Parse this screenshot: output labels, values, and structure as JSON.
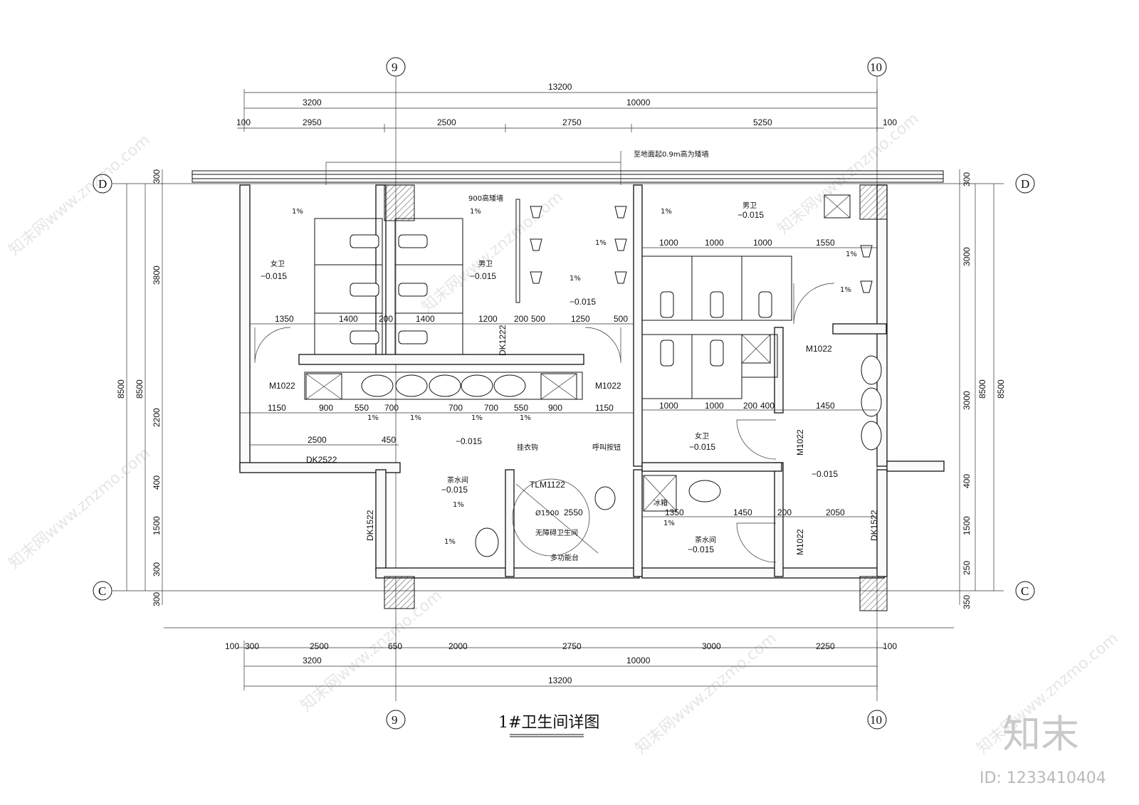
{
  "title": "1#卫生间详图",
  "grid": {
    "col_left": "9",
    "col_right": "10",
    "row_top": "D",
    "row_bottom": "C"
  },
  "dims_top": {
    "overall": "13200",
    "seg": [
      "3200",
      "10000"
    ],
    "detail": [
      "100",
      "2950",
      "2500",
      "2750",
      "5250",
      "100"
    ]
  },
  "dims_bottom": {
    "detail": [
      "100",
      "300",
      "2500",
      "650",
      "2000",
      "2750",
      "3000",
      "2250",
      "100"
    ],
    "seg": [
      "3200",
      "10000"
    ],
    "overall": "13200"
  },
  "dims_left": {
    "total_a": "8500",
    "total_b": "8500",
    "parts": [
      "300",
      "3800",
      "2200",
      "400",
      "1500",
      "300",
      "300"
    ]
  },
  "dims_right": {
    "total_a": "8500",
    "total_b": "8500",
    "parts": [
      "300",
      "3000",
      "3000",
      "400",
      "1500",
      "250",
      "350"
    ]
  },
  "room_labels": {
    "women1": "女卫",
    "women1_elev": "−0.015",
    "men1": "男卫",
    "men1_elev": "−0.015",
    "men2": "男卫",
    "men2_elev": "−0.015",
    "women2": "女卫",
    "women2_elev": "−0.015",
    "tea1": "茶水间",
    "tea1_elev": "−0.015",
    "tea2": "茶水间",
    "tea2_elev": "−0.015",
    "accessible": "无障碍卫生间",
    "corridor_elev": "−0.015",
    "urinal_elev": "−0.015",
    "right_elev": "−0.015"
  },
  "annotations": {
    "parapet": "至地面起0.9m高为矮墙",
    "low_wall": "900高矮墙",
    "hook": "挂衣钩",
    "call_button": "呼叫按钮",
    "multi_table": "多功能台",
    "fridge": "冰箱",
    "circle_dia": "Ø1500",
    "circle_dim": "2550",
    "slope": "1%"
  },
  "doors": {
    "m1": "M1022",
    "m2": "M1022",
    "m3": "M1022",
    "m4": "M1022",
    "m5": "M1022",
    "dk2522": "DK2522",
    "dk1222": "DK1222",
    "dk1522a": "DK1522",
    "dk1522b": "DK1522",
    "tlm": "TLM1122"
  },
  "inner_dims": {
    "row1": [
      "1350",
      "1400",
      "200",
      "1400",
      "1200",
      "200",
      "500",
      "1250",
      "500"
    ],
    "row2": [
      "1150",
      "900",
      "550",
      "700",
      "700",
      "700",
      "550",
      "900",
      "1150"
    ],
    "row3": [
      "2500",
      "450"
    ],
    "r_top": [
      "1000",
      "1000",
      "1000",
      "1550"
    ],
    "r_mid": [
      "1000",
      "1000",
      "200",
      "400",
      "1450"
    ],
    "r_low": [
      "1350",
      "1450",
      "200",
      "2050"
    ]
  },
  "watermark": {
    "text": "知末网www.znzmo.com",
    "brand": "知末",
    "id": "ID: 1233410404"
  }
}
